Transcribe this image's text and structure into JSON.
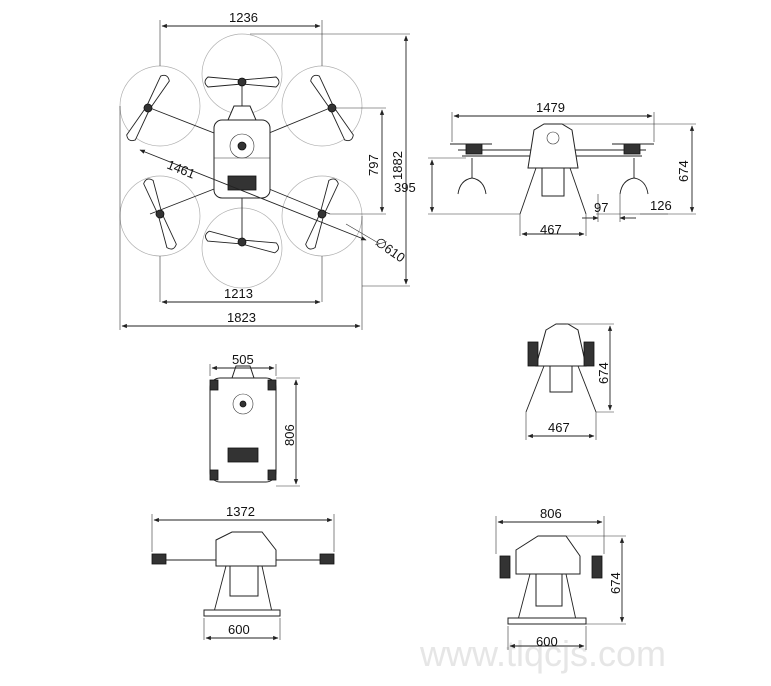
{
  "watermark": "www.tlqcjs.com",
  "top_view": {
    "dims": {
      "top_width": "1236",
      "inner_width": "1213",
      "overall_width": "1823",
      "height_inner": "797",
      "height_overall": "1882",
      "diagonal": "1461",
      "prop_diameter": "∅610"
    }
  },
  "front_view_unfolded": {
    "dims": {
      "span": "1479",
      "height": "674",
      "left_height": "395",
      "foot_a": "97",
      "foot_b": "126",
      "leg_span": "467"
    }
  },
  "side_view_folded_small": {
    "dims": {
      "height": "674",
      "leg_span": "467"
    }
  },
  "top_view_folded": {
    "dims": {
      "width": "505",
      "length": "806"
    }
  },
  "side_view_unfolded": {
    "dims": {
      "span": "1372",
      "skid": "600"
    }
  },
  "side_view_folded": {
    "dims": {
      "width": "806",
      "height": "674",
      "skid": "600"
    }
  }
}
